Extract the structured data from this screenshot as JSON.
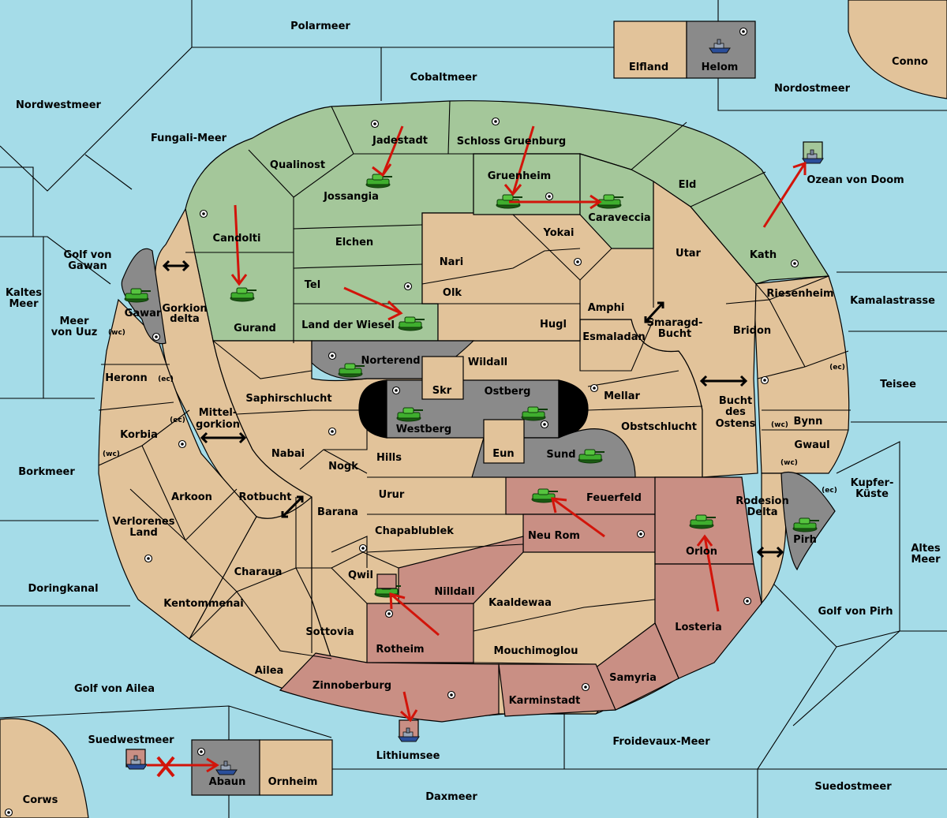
{
  "colors": {
    "sea": "#a5dce8",
    "neutral_land": "#e2c39a",
    "green_power": "#a4c79a",
    "red_power": "#c98f84",
    "gray_power": "#8a8a8a",
    "order_arrow": "#d2140a",
    "tank_body": "#3fae2e"
  },
  "labels": {
    "Polarmeer": "Polarmeer",
    "Cobaltmeer": "Cobaltmeer",
    "Elfland": "Elfland",
    "Helom": "Helom",
    "Conno": "Conno",
    "Nordostmeer": "Nordostmeer",
    "Nordwestmeer": "Nordwestmeer",
    "Fungali": "Fungali-Meer",
    "Jadestadt": "Jadestadt",
    "SchlossGruenburg": "Schloss Gruenburg",
    "Qualinost": "Qualinost",
    "Jossangia": "Jossangia",
    "Gruenheim": "Gruenheim",
    "Caraveccia": "Caraveccia",
    "Eld": "Eld",
    "OzeanVonDoom": "Ozean von Doom",
    "Candolti": "Candolti",
    "Elchen": "Elchen",
    "Yokai": "Yokai",
    "Utar": "Utar",
    "Kath": "Kath",
    "GolfVonGawan1": "Golf von",
    "GolfVonGawan2": "Gawan",
    "Nari": "Nari",
    "Tel": "Tel",
    "Olk": "Olk",
    "Amphi": "Amphi",
    "Riesenheim": "Riesenheim",
    "Kamalastrasse": "Kamalastrasse",
    "KaltesMeer1": "Kaltes",
    "KaltesMeer2": "Meer",
    "Gawar": "Gawar",
    "GorkionDelta1": "Gorkion",
    "GorkionDelta2": "delta",
    "MeerVonUuz1": "Meer",
    "MeerVonUuz2": "von Uuz",
    "Gurand": "Gurand",
    "LandDerWiesel": "Land der Wiesel",
    "Hugl": "Hugl",
    "SmaragdBucht1": "Smaragd-",
    "SmaragdBucht2": "Bucht",
    "Bridon": "Bridon",
    "Esmaladan": "Esmaladan",
    "Norterend": "Norterend",
    "Wildall": "Wildall",
    "Heronn": "Heronn",
    "Skr": "Skr",
    "Ostberg": "Ostberg",
    "Mellar": "Mellar",
    "Teisee": "Teisee",
    "Saphirschlucht": "Saphirschlucht",
    "BuchtDesOstens1": "Bucht",
    "BuchtDesOstens2": "des",
    "BuchtDesOstens3": "Ostens",
    "Mittelgorkion1": "Mittel-",
    "Mittelgorkion2": "gorkion",
    "Westberg": "Westberg",
    "Obstschlucht": "Obstschlucht",
    "Bynn": "Bynn",
    "Korbia": "Korbia",
    "Gwaul": "Gwaul",
    "Nabai": "Nabai",
    "Hills": "Hills",
    "Eun": "Eun",
    "Sund": "Sund",
    "Borkmeer": "Borkmeer",
    "Nogk": "Nogk",
    "KupferKueste1": "Kupfer-",
    "KupferKueste2": "Küste",
    "Arkoon": "Arkoon",
    "Rotbucht": "Rotbucht",
    "Urur": "Urur",
    "Feuerfeld": "Feuerfeld",
    "RodesionDelta1": "Rodesion",
    "RodesionDelta2": "Delta",
    "Barana": "Barana",
    "VerlorenesLand1": "Verlorenes",
    "VerlorenesLand2": "Land",
    "Chapablublek": "Chapablublek",
    "NeuRom": "Neu Rom",
    "Pirh": "Pirh",
    "AltesMeer1": "Altes",
    "AltesMeer2": "Meer",
    "Orlon": "Orlon",
    "Charaua": "Charaua",
    "Qwil": "Qwil",
    "Doringkanal": "Doringkanal",
    "Nilldall": "Nilldall",
    "Kentommenai": "Kentommenai",
    "Kaaldewaa": "Kaaldewaa",
    "GolfVonPirh": "Golf von Pirh",
    "Losteria": "Losteria",
    "Sottovia": "Sottovia",
    "Rotheim": "Rotheim",
    "Mouchimoglou": "Mouchimoglou",
    "Ailea": "Ailea",
    "Samyria": "Samyria",
    "Zinnoberburg": "Zinnoberburg",
    "GolfVonAilea": "Golf von Ailea",
    "Karminstadt": "Karminstadt",
    "Suedwestmeer": "Suedwestmeer",
    "FroidevauxMeer": "Froidevaux-Meer",
    "Lithiumsee": "Lithiumsee",
    "Abaun": "Abaun",
    "Ornheim": "Ornheim",
    "Suedostmeer": "Suedostmeer",
    "Daxmeer": "Daxmeer",
    "Corws": "Corws"
  },
  "coast_labels": {
    "wc_gawar": "(wc)",
    "ec_heronn": "(ec)",
    "ec_korbia": "(ec)",
    "wc_korbia": "(wc)",
    "ec_teisee": "(ec)",
    "wc_bynn": "(wc)",
    "wc_gwaul": "(wc)",
    "ec_pirh": "(ec)"
  }
}
